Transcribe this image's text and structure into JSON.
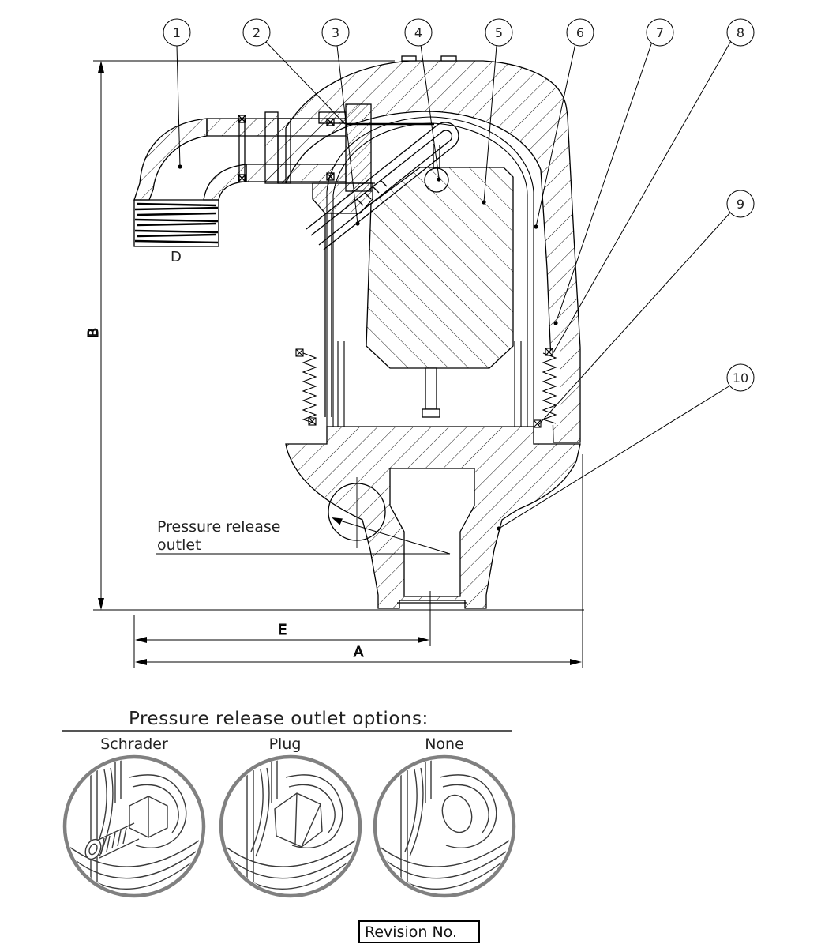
{
  "drawing": {
    "type": "valve-cross-section",
    "description": "Air release valve sectional drawing"
  },
  "callouts": {
    "items": [
      "1",
      "2",
      "3",
      "4",
      "5",
      "6",
      "7",
      "8",
      "9",
      "10"
    ]
  },
  "dimensions": {
    "b": "B",
    "d": "D",
    "e": "E",
    "a": "A"
  },
  "pressure_release": {
    "line1": "Pressure release",
    "line2": "outlet"
  },
  "options": {
    "title": "Pressure release outlet options:",
    "items": [
      {
        "label": "Schrader"
      },
      {
        "label": "Plug"
      },
      {
        "label": "None"
      }
    ]
  },
  "revision": {
    "label": "Revision No."
  },
  "colors": {
    "line": "#000000",
    "detail_ring": "#808080",
    "rule": "#555555"
  }
}
